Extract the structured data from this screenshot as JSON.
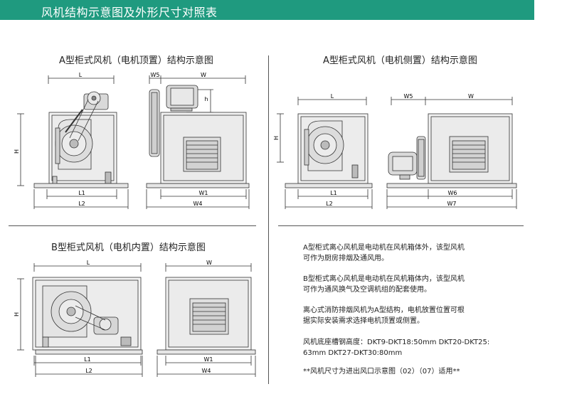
{
  "header": {
    "title": "风机结构示意图及外形尺寸对照表"
  },
  "sections": {
    "a_top": {
      "title": "A型柜式风机（电机顶置）结构示意图",
      "front": {
        "L": "L",
        "H": "H",
        "L1": "L1",
        "L2": "L2"
      },
      "side": {
        "W5": "W5",
        "W": "W",
        "h": "h",
        "W1": "W1",
        "W4": "W4"
      }
    },
    "a_side": {
      "title": "A型柜式风机（电机侧置）结构示意图",
      "front": {
        "L": "L",
        "H": "H",
        "L1": "L1",
        "L2": "L2"
      },
      "side": {
        "W5": "W5",
        "W": "W",
        "W6": "W6",
        "W7": "W7"
      }
    },
    "b_inner": {
      "title": "B型柜式风机（电机内置）结构示意图",
      "front": {
        "L": "L",
        "H": "H",
        "L1": "L1",
        "L2": "L2"
      },
      "side": {
        "W": "W",
        "W1": "W1",
        "W4": "W4"
      }
    }
  },
  "descriptions": [
    {
      "line1": "A型柜式离心风机是电动机在风机箱体外，该型风机",
      "line2": "可作为厨房排烟及通风用。"
    },
    {
      "line1": "B型柜式离心风机是电动机在风机箱体内，该型风机",
      "line2": "可作为通风换气及空调机组的配套使用。"
    },
    {
      "line1": "离心式消防排烟风机为A型结构，电机放置位置可根",
      "line2": "据实际安装需求选择电机顶置或侧置。"
    },
    {
      "line1": "风机底座槽钢高度：DKT9-DKT18:50mm DKT20-DKT25:",
      "line2": "63mm  DKT27-DKT30:80mm"
    }
  ],
  "note": "**风机尺寸为进出风口示意图（02）（07）适用**"
}
